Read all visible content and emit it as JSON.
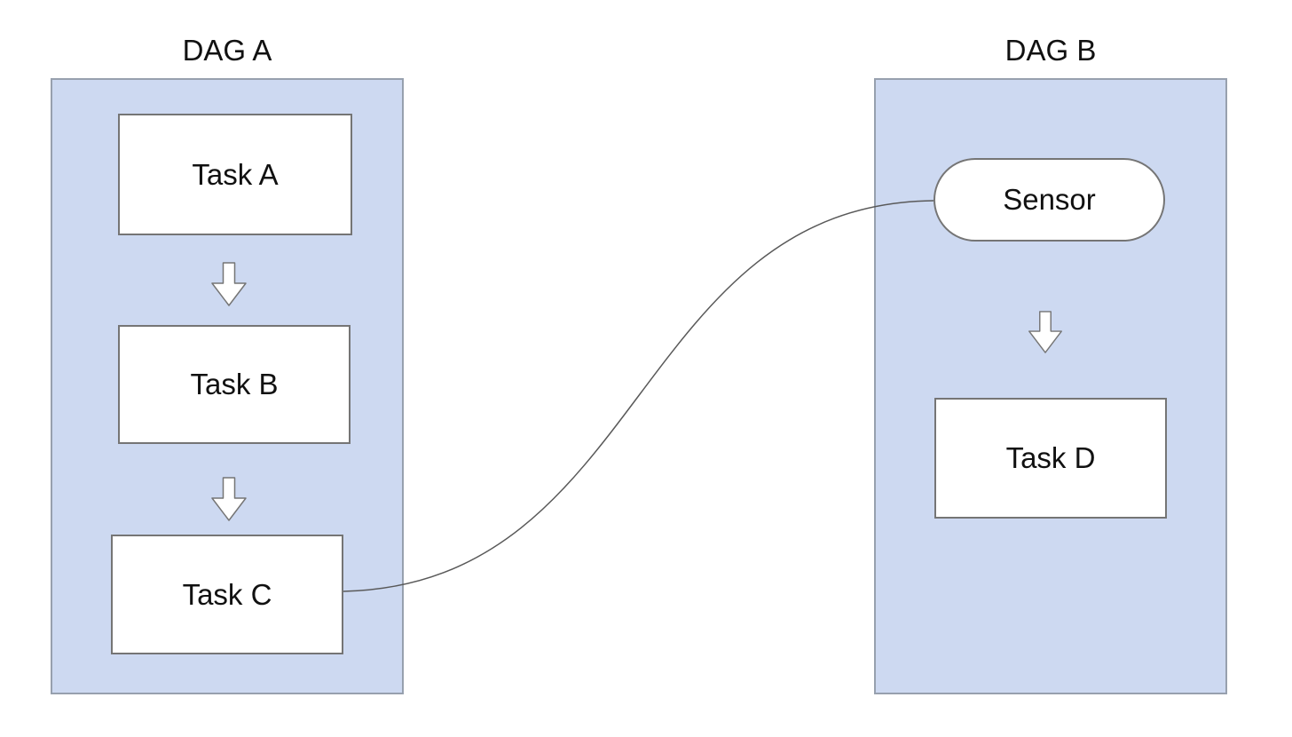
{
  "diagram": {
    "dags": [
      {
        "title": "DAG A",
        "nodes": [
          {
            "label": "Task A",
            "shape": "rect"
          },
          {
            "label": "Task B",
            "shape": "rect"
          },
          {
            "label": "Task C",
            "shape": "rect"
          }
        ]
      },
      {
        "title": "DAG B",
        "nodes": [
          {
            "label": "Sensor",
            "shape": "pill"
          },
          {
            "label": "Task D",
            "shape": "rect"
          }
        ]
      }
    ],
    "connector": {
      "from": "Task C",
      "to": "Sensor",
      "style": "curved"
    },
    "arrow_icon": "arrow-down-icon"
  },
  "colors": {
    "container_fill": "#cdd9f1",
    "container_border": "#97a0ae",
    "node_fill": "#ffffff",
    "node_border": "#757575",
    "arrow_fill": "#ffffff",
    "arrow_stroke": "#757575",
    "connector": "#595959",
    "text": "#111111"
  }
}
